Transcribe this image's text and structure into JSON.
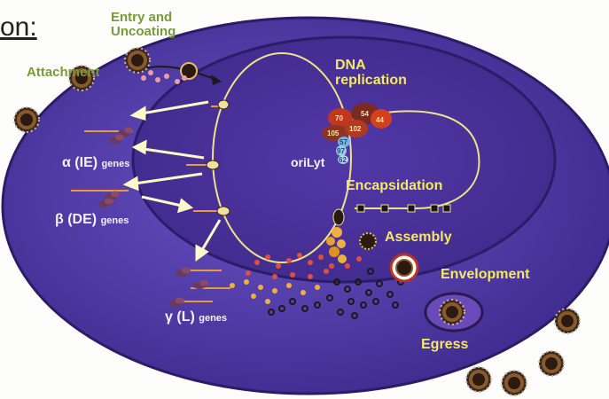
{
  "title_fragment": "on:",
  "labels": {
    "entry": [
      "Entry and",
      "Uncoating"
    ],
    "attachment": "Attachment",
    "dna_replication": [
      "DNA",
      "replication"
    ],
    "orilyt": "oriLyt",
    "encapsidation": "Encapsidation",
    "assembly": "Assembly",
    "envelopment": "Envelopment",
    "egress": "Egress"
  },
  "gene_classes": [
    {
      "greek": "α",
      "code": "(IE)",
      "word": "genes"
    },
    {
      "greek": "β",
      "code": "(DE)",
      "word": "genes"
    },
    {
      "greek": "γ",
      "code": "(L)",
      "word": "genes"
    }
  ],
  "replication_proteins": [
    "70",
    "54",
    "44",
    "105",
    "102",
    "57",
    "97",
    "62"
  ],
  "colors": {
    "cell": "#5a3fb0",
    "nucleus": "#4a2f98",
    "green_label": "#7a9a3a",
    "yellow_label": "#f4e86a",
    "genome_line": "#efe38a"
  }
}
